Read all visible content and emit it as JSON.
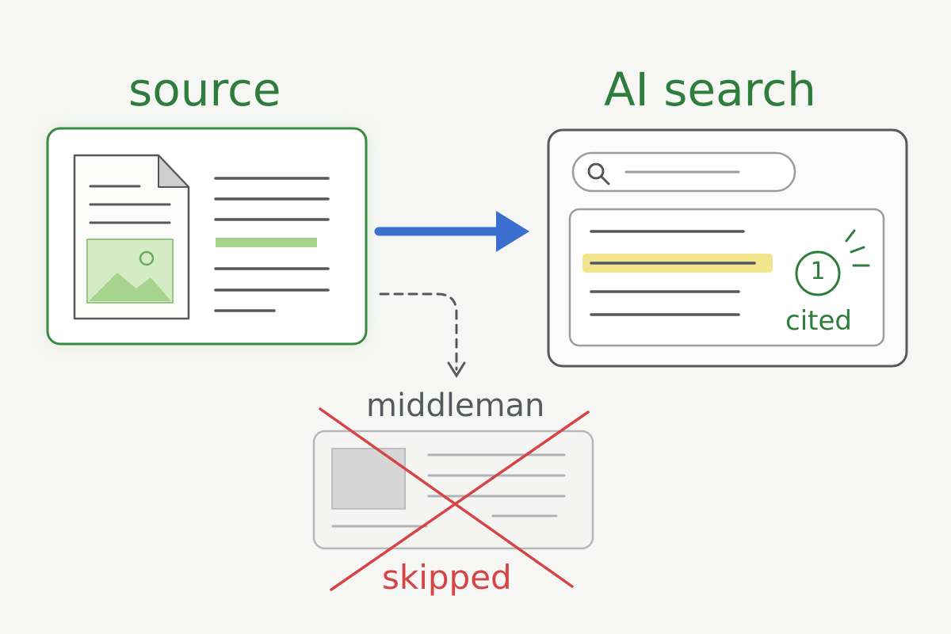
{
  "labels": {
    "source_title": "source",
    "search_title": "AI search",
    "middleman_title": "middleman",
    "skipped_label": "skipped",
    "cited_label": "cited",
    "citation_number": "1"
  },
  "icons": {
    "search": "search-icon",
    "document": "document-icon",
    "image": "image-icon",
    "citation": "citation-badge-icon",
    "skip": "cross-out-icon"
  },
  "colors": {
    "accent_green": "#2e7d3c",
    "highlight_green": "#a6d48e",
    "arrow_blue": "#3b6fcf",
    "highlight_yellow": "#f1e27a",
    "cross_red": "#d64545",
    "line_gray": "#55595d"
  }
}
